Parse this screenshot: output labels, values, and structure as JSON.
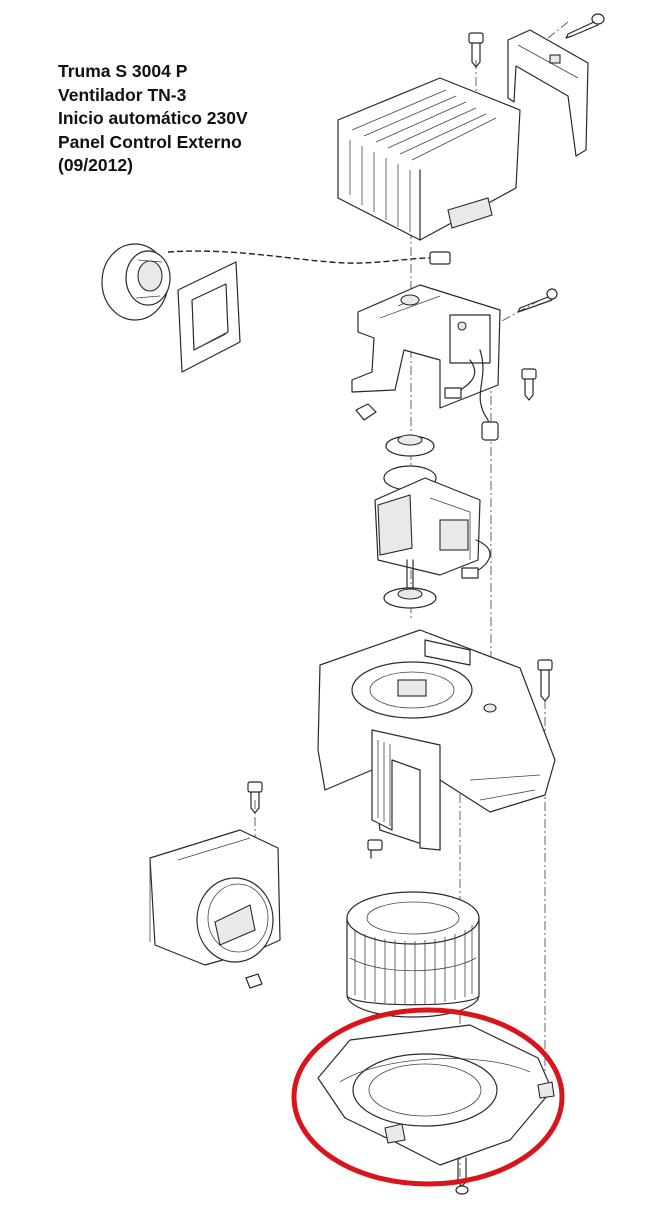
{
  "caption": {
    "line1": "Truma S 3004 P",
    "line2": "Ventilador TN-3",
    "line3": "Inicio automático 230V",
    "line4": "Panel Control Externo",
    "line5": "(09/2012)"
  },
  "highlight": {
    "color": "#d9141b",
    "shape": "ellipse",
    "target": "base-plate"
  },
  "colors": {
    "line": "#2a2a2a",
    "background": "#ffffff"
  }
}
